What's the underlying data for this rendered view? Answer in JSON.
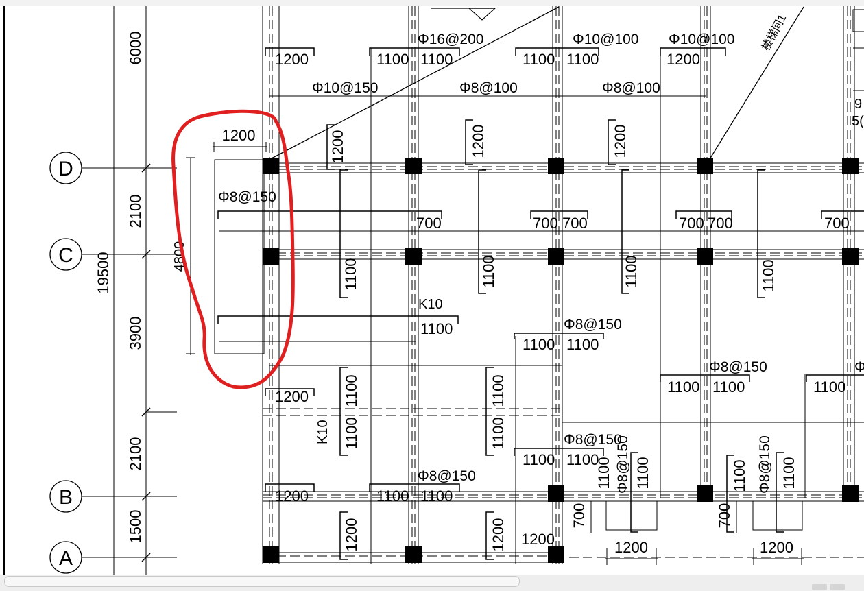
{
  "axes": [
    "D",
    "C",
    "B",
    "A"
  ],
  "dimensions": {
    "spans": [
      "6000",
      "2100",
      "3900",
      "2100",
      "1500"
    ],
    "total": "19500",
    "local_1200": "1200",
    "local_4800": "4800"
  },
  "rebar_notes": {
    "t16_200": "Φ16@200",
    "t10_100": "Φ10@100",
    "t10_150": "Φ10@150",
    "t8_100": "Φ8@100",
    "t8_150": "Φ8@150",
    "k10": "K10"
  },
  "bar_lengths": {
    "l1200": "1200",
    "l1100": "1100",
    "l700": "700"
  },
  "stair_label": "楼梯间1",
  "partial_labels": [
    "9",
    "5("
  ],
  "highlight": {
    "color": "#e02020",
    "shape": "hand-drawn-loop"
  },
  "colors": {
    "line": "#000000",
    "column": "#000000",
    "scrollbar": "#eeeeee"
  }
}
